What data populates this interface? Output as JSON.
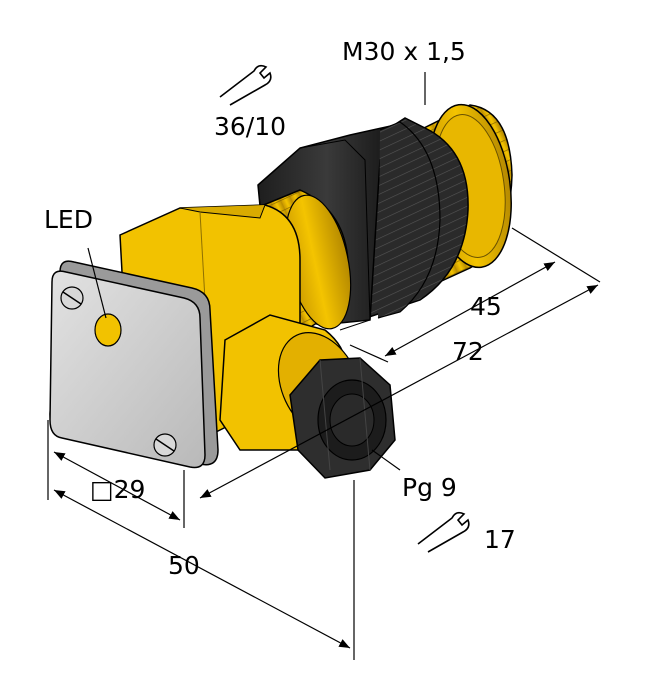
{
  "labels": {
    "thread": "M30 x 1,5",
    "wrench_top": "36/10",
    "led": "LED",
    "dim_45": "45",
    "dim_72": "72",
    "dim_29": "□29",
    "dim_50": "50",
    "pg9": "Pg 9",
    "wrench_bottom": "17"
  },
  "icons": [
    "wrench-icon",
    "wrench-icon"
  ],
  "colors": {
    "housing_yellow": "#F2C200",
    "thread_yellow": "#E3B000",
    "nut_black": "#2b2b2b",
    "plate_grey": "#cfcfcf",
    "line": "#000000"
  }
}
